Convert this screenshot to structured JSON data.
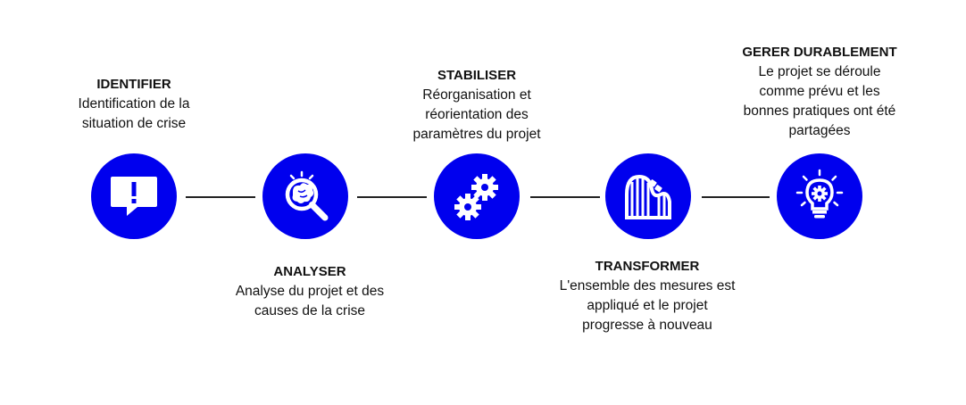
{
  "colors": {
    "accent": "#0000ee",
    "line": "#222222",
    "text": "#111111"
  },
  "steps": [
    {
      "title": "IDENTIFIER",
      "desc": "Identification de la situation de crise",
      "icon": "alert-speech-bubble-icon"
    },
    {
      "title": "ANALYSER",
      "desc": "Analyse du projet et des causes de la crise",
      "icon": "magnifier-brain-icon"
    },
    {
      "title": "STABILISER",
      "desc": "Réorganisation et réorientation des paramètres du projet",
      "icon": "gears-icon"
    },
    {
      "title": "TRANSFORMER",
      "desc": "L'ensemble des mesures est appliqué et le projet progresse à nouveau",
      "icon": "roller-coaster-icon"
    },
    {
      "title": "GERER DURABLEMENT",
      "desc": "Le projet se déroule comme prévu et les bonnes pratiques ont été partagées",
      "icon": "lightbulb-gear-icon"
    }
  ]
}
